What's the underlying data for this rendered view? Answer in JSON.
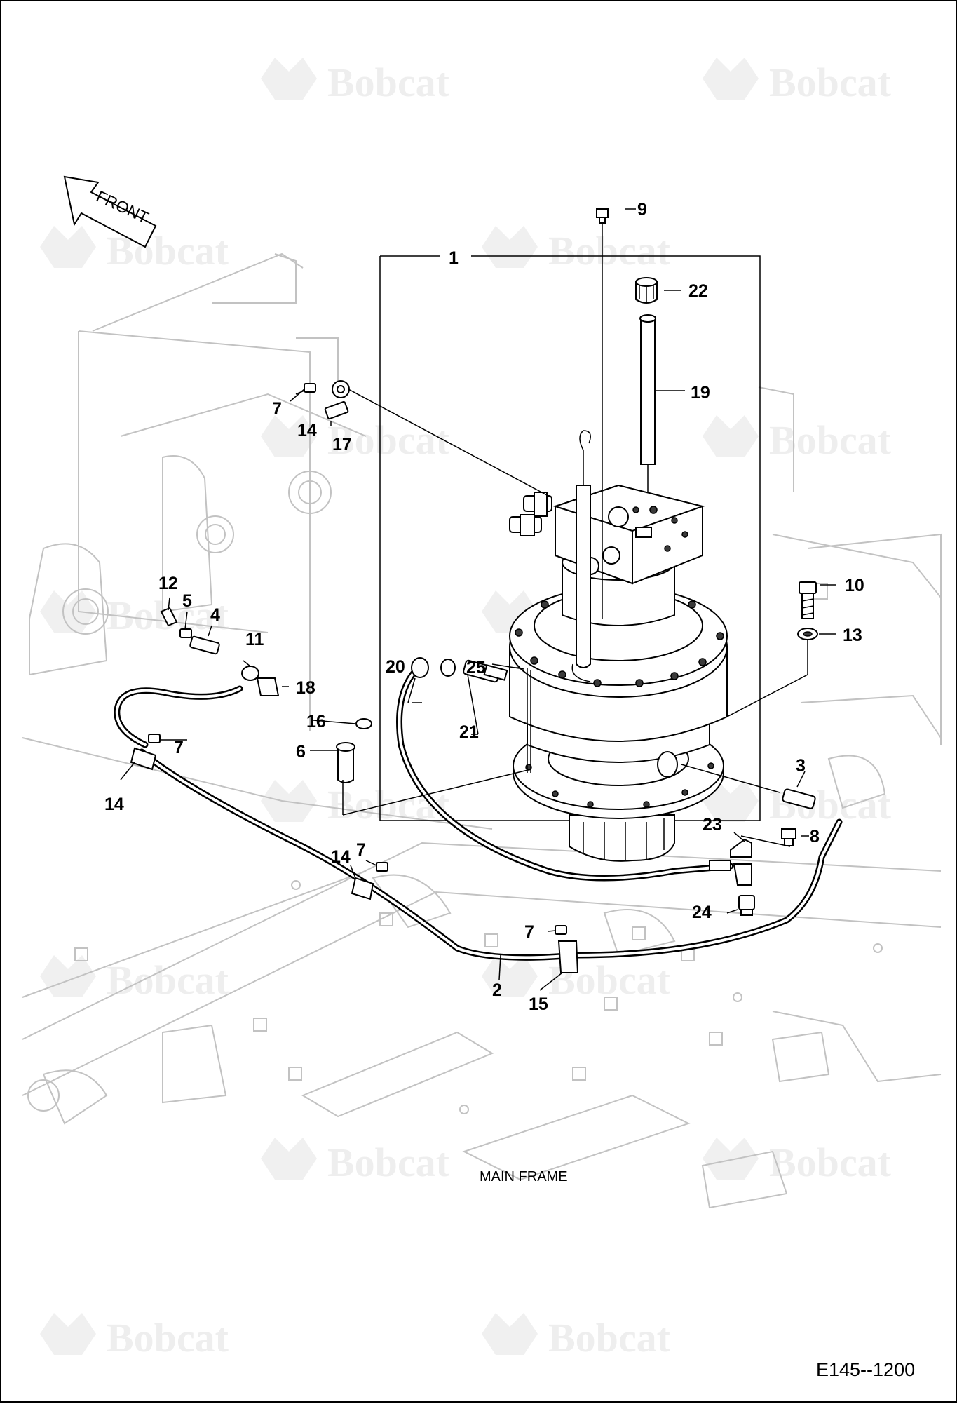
{
  "brand": {
    "watermark_text": "Bobcat",
    "watermark_color": "#eeeeee"
  },
  "direction_arrow": {
    "label": "FRONT"
  },
  "caption": "MAIN FRAME",
  "document_id": "E145--1200",
  "callouts": [
    "1",
    "2",
    "3",
    "4",
    "5",
    "6",
    "7",
    "7",
    "7",
    "7",
    "8",
    "9",
    "10",
    "11",
    "12",
    "13",
    "14",
    "14",
    "14",
    "15",
    "16",
    "17",
    "18",
    "19",
    "20",
    "21",
    "22",
    "23",
    "24",
    "25"
  ],
  "colors": {
    "ink": "#000000",
    "frame_line": "#c2c2c2",
    "background": "#ffffff"
  }
}
